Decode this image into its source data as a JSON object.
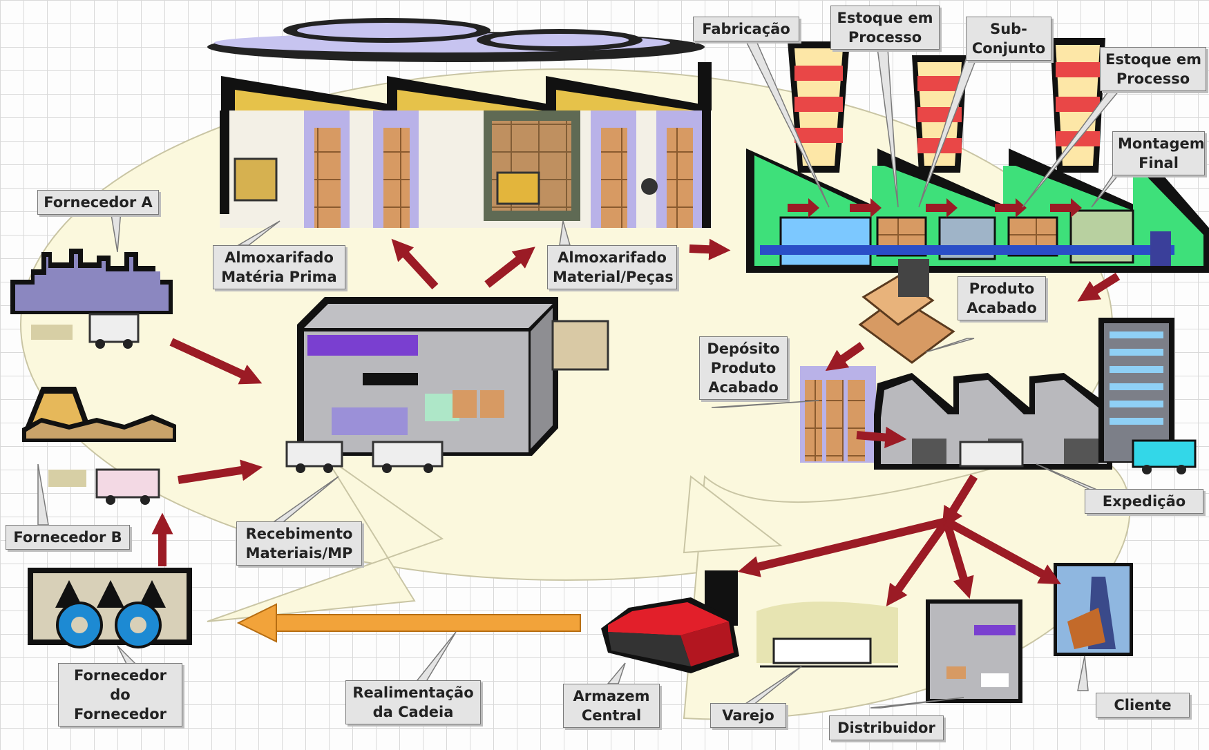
{
  "labels": {
    "fornecedor_a": "Fornecedor A",
    "fornecedor_b": "Fornecedor B",
    "fornecedor_do_fornecedor": [
      "Fornecedor",
      "do",
      "Fornecedor"
    ],
    "almoxarifado_mp": [
      "Almoxarifado",
      "Matéria Prima"
    ],
    "almoxarifado_pecas": [
      "Almoxarifado",
      "Material/Peças"
    ],
    "recebimento": [
      "Recebimento",
      "Materiais/MP"
    ],
    "fabricacao": "Fabricação",
    "estoque_processo_1": [
      "Estoque em",
      "Processo"
    ],
    "sub_conjunto": [
      "Sub-",
      "Conjunto"
    ],
    "estoque_processo_2": [
      "Estoque em",
      "Processo"
    ],
    "montagem_final": [
      "Montagem",
      "Final"
    ],
    "produto_acabado": [
      "Produto",
      "Acabado"
    ],
    "deposito": [
      "Depósito",
      "Produto",
      "Acabado"
    ],
    "expedicao": "Expedição",
    "realimentacao": [
      "Realimentação",
      "da Cadeia"
    ],
    "armazem": [
      "Armazem",
      "Central"
    ],
    "varejo": "Varejo",
    "distribuidor": "Distribuidor",
    "cliente": "Cliente"
  },
  "colors": {
    "flow_arrow": "#9b1b25",
    "feedback_arrow": "#f2a33a",
    "cycle_fill": "#fbf8dd",
    "factory_green": "#3ee07a",
    "warehouse_grey": "#b9b9bd",
    "accent_purple": "#7a3fd0",
    "barn_red": "#e21f2a"
  }
}
